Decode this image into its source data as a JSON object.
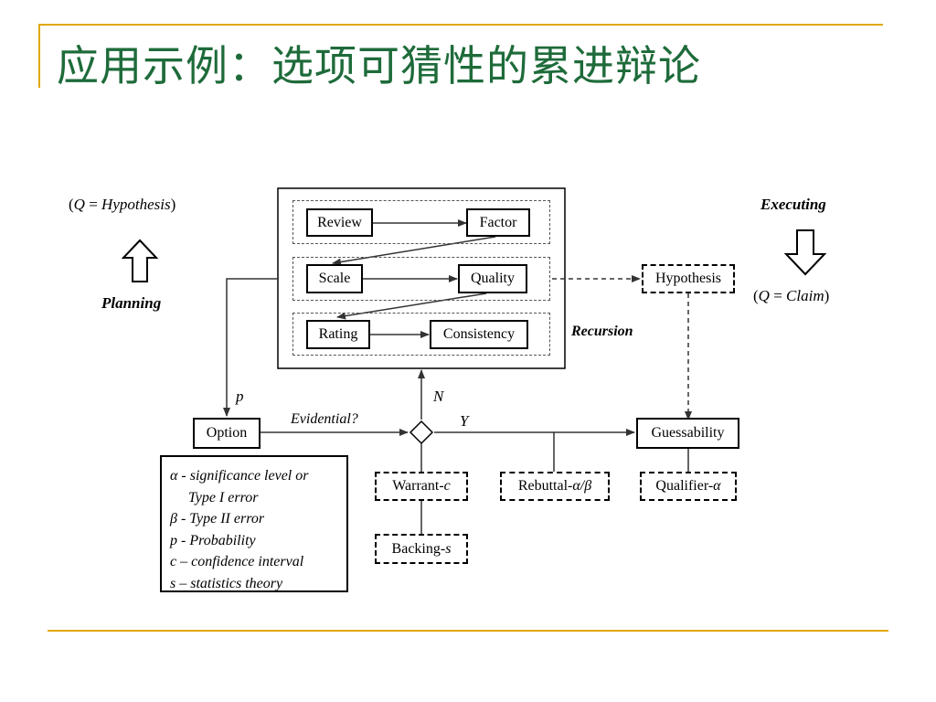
{
  "colors": {
    "title": "#1e6b3a",
    "rule": "#e0a800",
    "line": "#333333"
  },
  "title": "应用示例：选项可猜性的累进辩论",
  "left": {
    "q_open": "(",
    "q_var": "Q",
    "q_eq": " = ",
    "q_val": "Hypothesis",
    "q_close": ")",
    "planning": "Planning"
  },
  "right": {
    "executing": "Executing",
    "q_open": "(",
    "q_var": "Q",
    "q_eq": " = ",
    "q_val": "Claim",
    "q_close": ")"
  },
  "nodes": {
    "review": "Review",
    "factor": "Factor",
    "scale": "Scale",
    "quality": "Quality",
    "rating": "Rating",
    "consistency": "Consistency",
    "hypothesis": "Hypothesis",
    "option": "Option",
    "guessability": "Guessability",
    "warrant": "Warrant-",
    "warrant_var": "c",
    "rebuttal": "Rebuttal-",
    "rebuttal_var": "α/β",
    "qualifier": "Qualifier-",
    "qualifier_var": "α",
    "backing": "Backing-",
    "backing_var": "s"
  },
  "labels": {
    "recursion": "Recursion",
    "p": "p",
    "n": "N",
    "y": "Y",
    "evidential": "Evidential?"
  },
  "legend": [
    "α - significance level or",
    "Type I error",
    "β - Type II error",
    "p - Probability",
    "c – confidence interval",
    "s – statistics theory"
  ]
}
